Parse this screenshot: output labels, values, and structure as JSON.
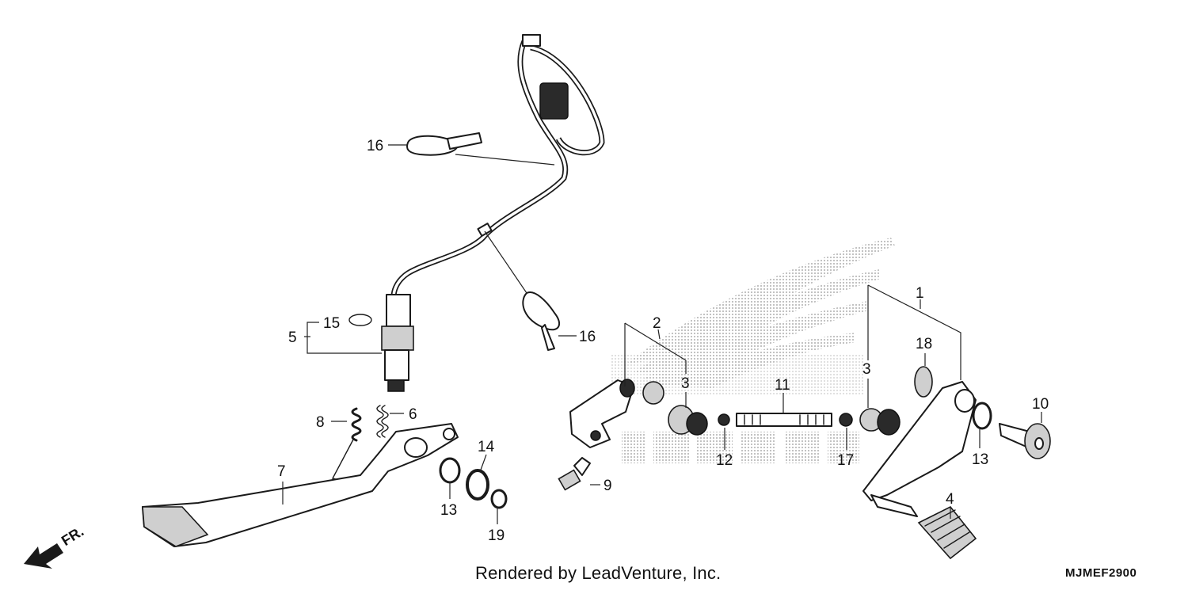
{
  "callouts": {
    "c1": "1",
    "c2": "2",
    "c3a": "3",
    "c3b": "3",
    "c4": "4",
    "c5": "5",
    "c6": "6",
    "c7": "7",
    "c8": "8",
    "c9": "9",
    "c10": "10",
    "c11": "11",
    "c12": "12",
    "c13a": "13",
    "c13b": "13",
    "c14": "14",
    "c15": "15",
    "c16a": "16",
    "c16b": "16",
    "c17": "17",
    "c18": "18",
    "c19": "19"
  },
  "footer": {
    "credit": "Rendered by LeadVenture, Inc.",
    "diagram_code": "MJMEF2900",
    "front_marker": "FR."
  },
  "colors": {
    "ink": "#1a1a1a",
    "watermark": "#bdbdbd",
    "background": "#ffffff"
  },
  "icons": {
    "front_arrow": "arrow-down-left-icon"
  }
}
